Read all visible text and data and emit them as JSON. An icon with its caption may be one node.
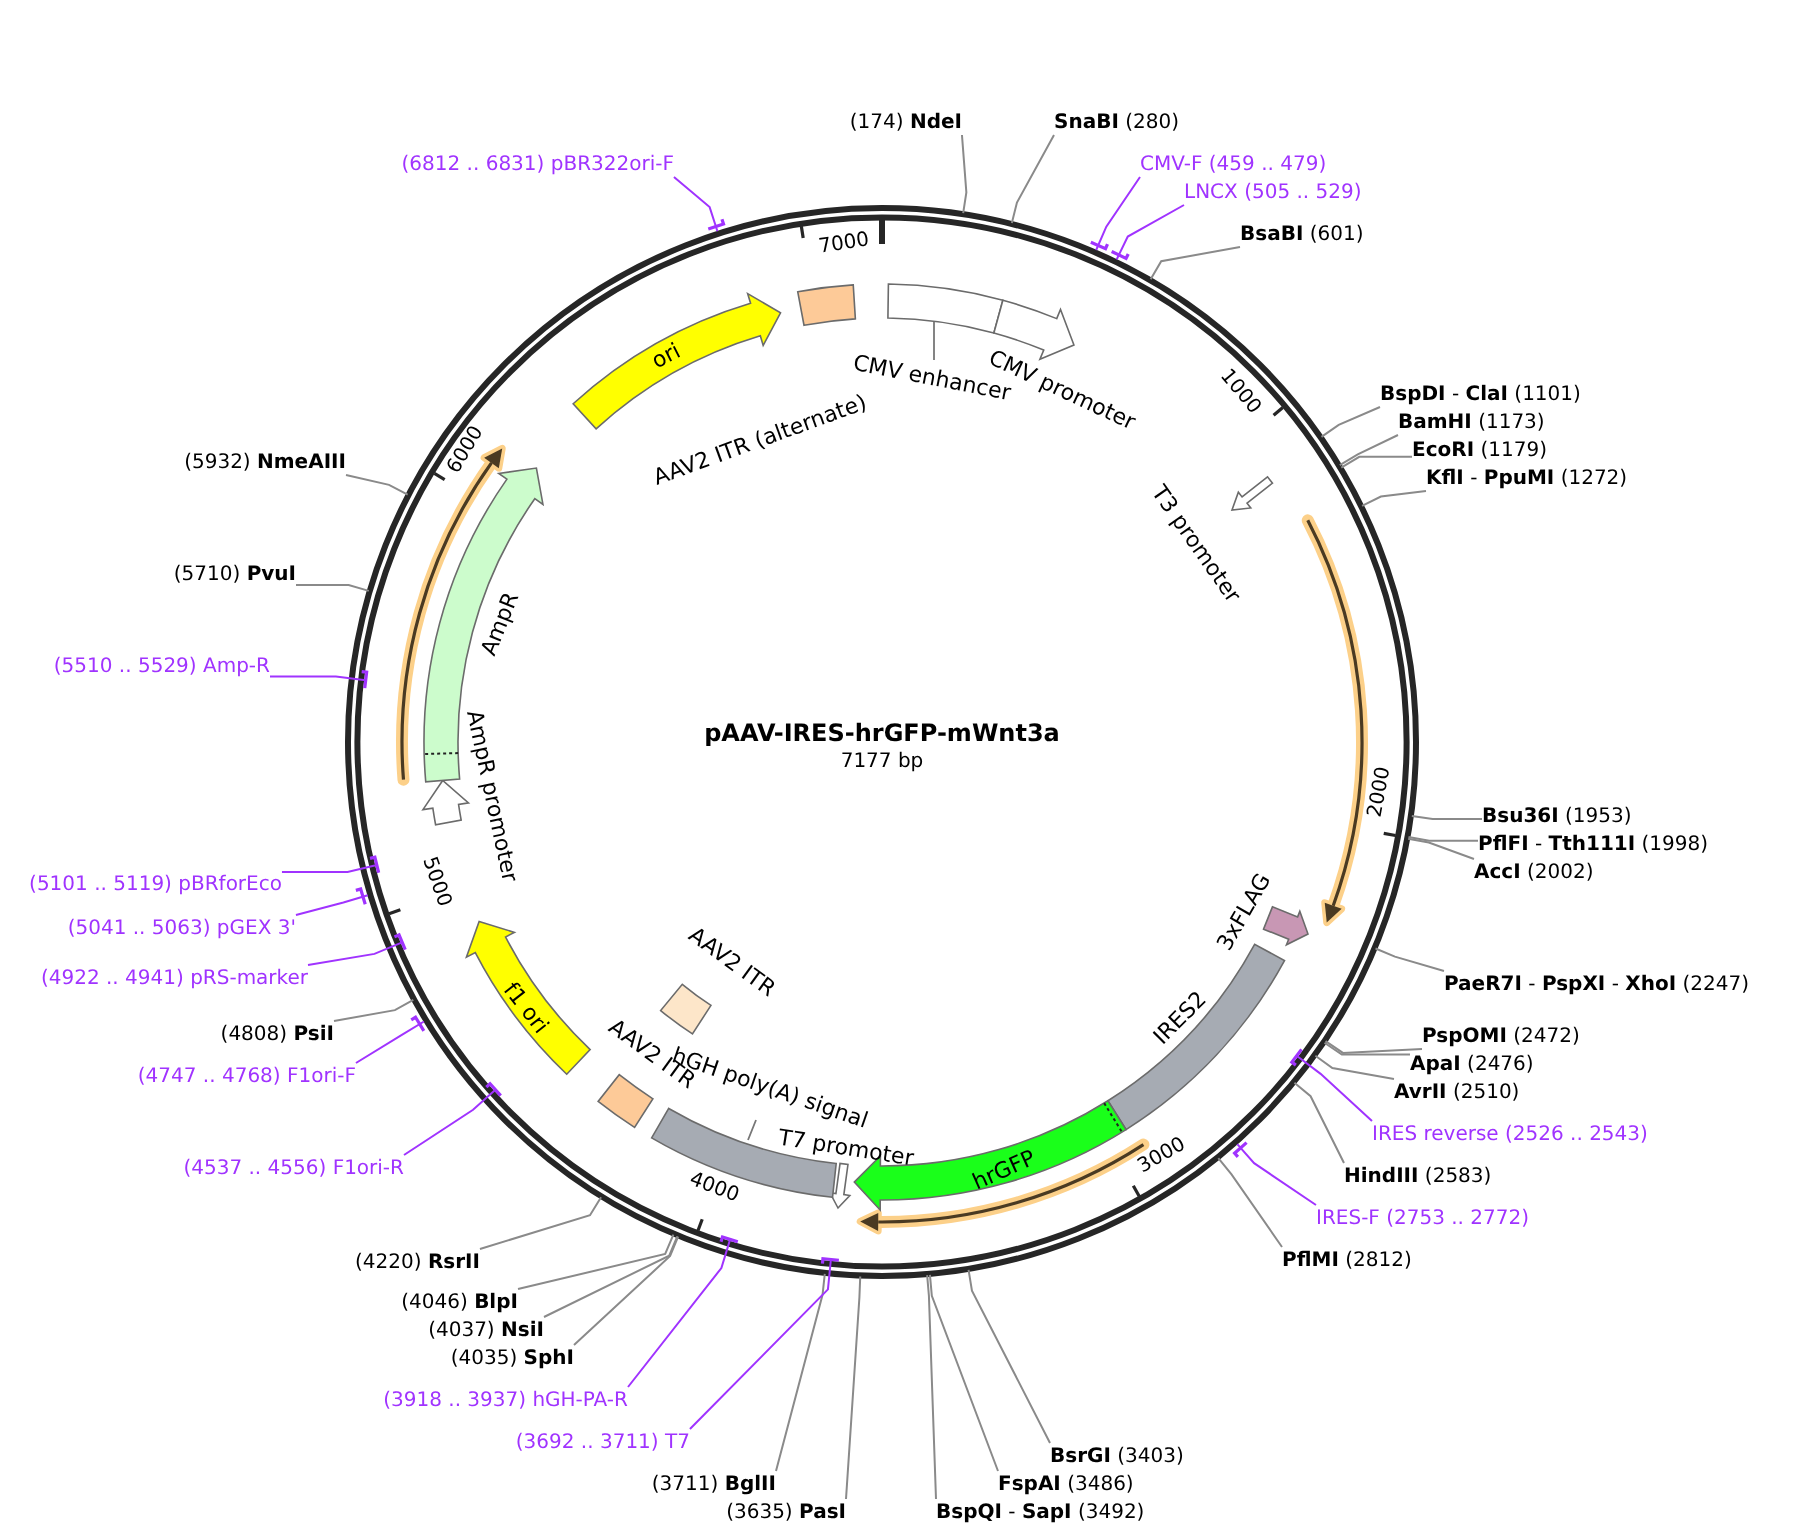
{
  "diagram": {
    "title": "pAAV-IRES-hrGFP-mWnt3a",
    "nodes": [
      {
        "text": [],
        "shape": "box"
      },
      {
        "text": [],
        "shape": "box",
        "beside": [
          "CMV enhancer"
        ]
      },
      {
        "text": [],
        "shape": "arrow",
        "beside": [
          "CMV promoter"
        ]
      },
      {
        "text": [],
        "shape": "arrow",
        "beside": [
          "T3 promoter"
        ]
      },
      {
        "text": [],
        "shape": "arrow",
        "beside": [
          "3xFLAG"
        ]
      },
      {
        "text": [],
        "shape": "box",
        "beside": [
          "IRES2"
        ]
      },
      {
        "text": [
          "hrGFP"
        ]
      },
      {
        "text": [],
        "shape": "arrow",
        "beside": [
          "T7 promoter"
        ]
      },
      {
        "text": [],
        "shape": "box",
        "beside": [
          "hGH poly(A) signal"
        ]
      },
      {
        "text": [],
        "shape": "box",
        "beside": [
          "AAV2 ITR"
        ]
      },
      {
        "text": [],
        "shape": "box",
        "beside": [
          "AAV2 ITR"
        ]
      },
      {
        "text": [
          "f1 ori"
        ]
      },
      {
        "text": [],
        "shape": "arrow",
        "beside": [
          "AmpR promoter"
        ]
      },
      {
        "text": [],
        "shape": "arrow",
        "beside": [
          "AmpR"
        ]
      },
      {
        "text": [
          "ori"
        ]
      },
      {
        "text": [
          "(174) **NdeI**"
        ]
      },
      {
        "text": [
          "**SnaBI** (280)"
        ]
      },
      {
        "text": [
          "CMV-F (459 .. 479)"
        ]
      },
      {
        "text": [
          "LNCX (505 .. 529)"
        ]
      },
      {
        "text": [
          "**BsaBI** (601)"
        ]
      },
      {
        "text": [
          "**BspDI** - **ClaI** (1101)"
        ]
      },
      {
        "text": [
          "**BamHI** (1173)"
        ]
      },
      {
        "text": [
          "**EcoRI** (1179)"
        ]
      },
      {
        "text": [
          "**KflI** - **PpuMI** (1272)"
        ]
      },
      {
        "text": [
          "**Bsu36I** (1953)"
        ]
      },
      {
        "text": [
          "**PflFI** - **Tth111I** (1998)"
        ]
      },
      {
        "text": [
          "**AccI** (2002)"
        ]
      },
      {
        "text": [
          "**PaeR7I** - **PspXI** - **XhoI** (2247)"
        ]
      },
      {
        "text": [
          "**PspOMI** (2472)"
        ]
      },
      {
        "text": [
          "**ApaI** (2476)"
        ]
      },
      {
        "text": [
          "**AvrII** (2510)"
        ]
      },
      {
        "text": [
          "IRES reverse (2526 .. 2543)"
        ]
      },
      {
        "text": [
          "**HindIII** (2583)"
        ]
      },
      {
        "text": [
          "IRES-F (2753 .. 2772)"
        ]
      },
      {
        "text": [
          "**PflMI** (2812)"
        ]
      },
      {
        "text": [
          "**BsrGI** (3403)"
        ]
      },
      {
        "text": [
          "**FspAI** (3486)"
        ]
      },
      {
        "text": [
          "**BspQI** - **SapI** (3492)"
        ]
      },
      {
        "text": [
          "(3635) **PasI**"
        ]
      },
      {
        "text": [
          "(3711) **BglII**"
        ]
      },
      {
        "text": [
          "(3692 .. 3711) T7"
        ]
      },
      {
        "text": [
          "(3918 .. 3937) hGH-PA-R"
        ]
      },
      {
        "text": [
          "(4035) **SphI**"
        ]
      },
      {
        "text": [
          "(4037) **NsiI**"
        ]
      },
      {
        "text": [
          "(4046) **BlpI**"
        ]
      },
      {
        "text": [
          "(4220) **RsrII**"
        ]
      },
      {
        "text": [
          "(4537 .. 4556) F1ori-R"
        ]
      },
      {
        "text": [
          "(4747 .. 4768) F1ori-F"
        ]
      },
      {
        "text": [
          "(4808) **PsiI**"
        ]
      },
      {
        "text": [
          "(4922 .. 4941) pRS-marker"
        ]
      },
      {
        "text": [
          "(5041 .. 5063) pGEX 3'"
        ]
      },
      {
        "text": [
          "(5101 .. 5119) pBRforEco"
        ]
      },
      {
        "text": [
          "(5510 .. 5529) Amp-R"
        ]
      },
      {
        "text": [
          "(5710) **PvuI**"
        ]
      },
      {
        "text": [
          "(5932) **NmeAIII**"
        ]
      },
      {
        "text": [
          "(6812 .. 6831) pBR322ori-F"
        ]
      }
    ],
    "edges": [
      {
        "from": 15,
        "to": null,
        "arrow": "none"
      },
      {
        "from": 16,
        "to": null,
        "arrow": "none"
      },
      {
        "from": 17,
        "to": null,
        "arrow": "other",
        "color": "#a033ff"
      },
      {
        "from": 18,
        "to": null,
        "arrow": "other",
        "color": "#a033ff"
      },
      {
        "from": 19,
        "to": null,
        "arrow": "none"
      },
      {
        "from": 20,
        "to": null,
        "arrow": "none"
      },
      {
        "from": 21,
        "to": null,
        "arrow": "none"
      },
      {
        "from": 22,
        "to": null,
        "arrow": "none"
      },
      {
        "from": 23,
        "to": null,
        "arrow": "none"
      },
      {
        "from": 24,
        "to": null,
        "arrow": "none"
      },
      {
        "from": 25,
        "to": null,
        "arrow": "none"
      },
      {
        "from": 26,
        "to": null,
        "arrow": "none"
      },
      {
        "from": 27,
        "to": null,
        "arrow": "none"
      },
      {
        "from": 28,
        "to": null,
        "arrow": "none"
      },
      {
        "from": 29,
        "to": null,
        "arrow": "none"
      },
      {
        "from": 30,
        "to": null,
        "arrow": "none"
      },
      {
        "from": 31,
        "to": null,
        "arrow": "other",
        "color": "#a033ff"
      },
      {
        "from": 32,
        "to": null,
        "arrow": "none"
      },
      {
        "from": 33,
        "to": null,
        "arrow": "other",
        "color": "#a033ff"
      },
      {
        "from": 34,
        "to": null,
        "arrow": "none"
      },
      {
        "from": 35,
        "to": null,
        "arrow": "none"
      },
      {
        "from": 36,
        "to": null,
        "arrow": "none"
      },
      {
        "from": 37,
        "to": null,
        "arrow": "none"
      },
      {
        "from": 38,
        "to": null,
        "arrow": "none"
      },
      {
        "from": 39,
        "to": null,
        "arrow": "none"
      },
      {
        "from": 40,
        "to": null,
        "arrow": "other",
        "color": "#a033ff"
      },
      {
        "from": 41,
        "to": null,
        "arrow": "other",
        "color": "#a033ff"
      },
      {
        "from": 42,
        "to": null,
        "arrow": "none"
      },
      {
        "from": 43,
        "to": null,
        "arrow": "none"
      },
      {
        "from": 44,
        "to": null,
        "arrow": "none"
      },
      {
        "from": 45,
        "to": null,
        "arrow": "none"
      },
      {
        "from": 46,
        "to": null,
        "arrow": "other",
        "color": "#a033ff"
      },
      {
        "from": 47,
        "to": null,
        "arrow": "other",
        "color": "#a033ff"
      },
      {
        "from": 48,
        "to": null,
        "arrow": "none"
      },
      {
        "from": 49,
        "to": null,
        "arrow": "other",
        "color": "#a033ff"
      },
      {
        "from": 50,
        "to": null,
        "arrow": "other",
        "color": "#a033ff"
      },
      {
        "from": 51,
        "to": null,
        "arrow": "other",
        "color": "#a033ff"
      },
      {
        "from": 52,
        "to": null,
        "arrow": "other",
        "color": "#a033ff"
      },
      {
        "from": 53,
        "to": null,
        "arrow": "none"
      },
      {
        "from": 54,
        "to": null,
        "arrow": "none"
      },
      {
        "from": 55,
        "to": null,
        "arrow": "other",
        "color": "#a033ff"
      }
    ],
    "labels": [
      "1000",
      "2000",
      "3000",
      "4000",
      "5000",
      "6000",
      "7000",
      "7177 bp",
      "AAV2 ITR (alternate)"
    ]
  }
}
